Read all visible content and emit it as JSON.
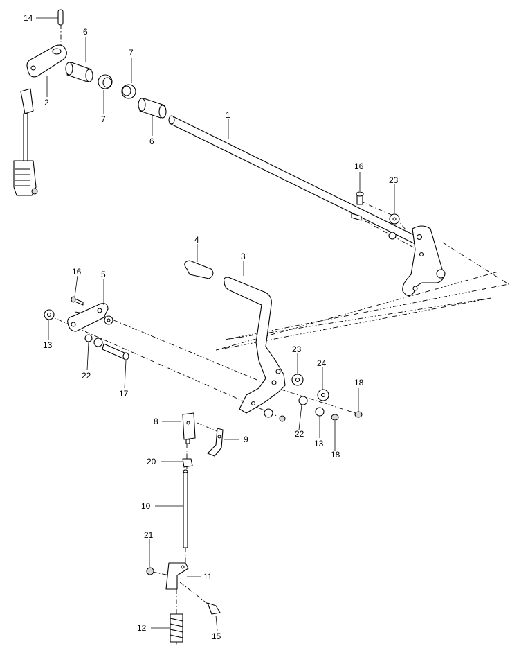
{
  "diagram": {
    "callouts": [
      {
        "id": "c1",
        "label": "1"
      },
      {
        "id": "c2",
        "label": "2"
      },
      {
        "id": "c3",
        "label": "3"
      },
      {
        "id": "c4",
        "label": "4"
      },
      {
        "id": "c5",
        "label": "5"
      },
      {
        "id": "c6a",
        "label": "6"
      },
      {
        "id": "c6b",
        "label": "6"
      },
      {
        "id": "c7a",
        "label": "7"
      },
      {
        "id": "c7b",
        "label": "7"
      },
      {
        "id": "c8",
        "label": "8"
      },
      {
        "id": "c9",
        "label": "9"
      },
      {
        "id": "c10",
        "label": "10"
      },
      {
        "id": "c11",
        "label": "11"
      },
      {
        "id": "c12",
        "label": "12"
      },
      {
        "id": "c13a",
        "label": "13"
      },
      {
        "id": "c13b",
        "label": "13"
      },
      {
        "id": "c14",
        "label": "14"
      },
      {
        "id": "c15",
        "label": "15"
      },
      {
        "id": "c16a",
        "label": "16"
      },
      {
        "id": "c16b",
        "label": "16"
      },
      {
        "id": "c17",
        "label": "17"
      },
      {
        "id": "c18a",
        "label": "18"
      },
      {
        "id": "c18b",
        "label": "18"
      },
      {
        "id": "c20",
        "label": "20"
      },
      {
        "id": "c21",
        "label": "21"
      },
      {
        "id": "c22a",
        "label": "22"
      },
      {
        "id": "c22b",
        "label": "22"
      },
      {
        "id": "c23a",
        "label": "23"
      },
      {
        "id": "c23b",
        "label": "23"
      },
      {
        "id": "c24",
        "label": "24"
      }
    ]
  }
}
